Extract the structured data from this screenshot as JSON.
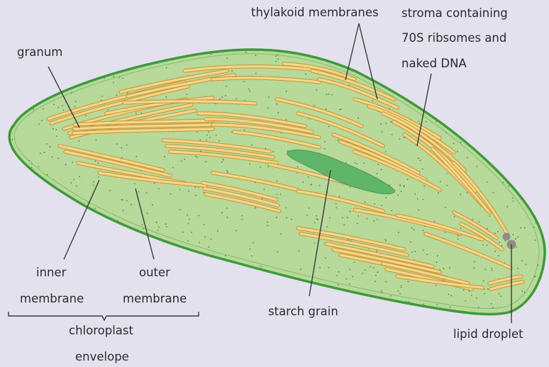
{
  "labels": {
    "granum": "granum",
    "thylakoid_membranes": "thylakoid membranes",
    "stroma_line1": "stroma containing",
    "stroma_line2": "70S ribsomes and",
    "stroma_line3": "naked DNA",
    "inner_line1": "inner",
    "inner_line2": "membrane",
    "outer_line1": "outer",
    "outer_line2": "membrane",
    "envelope_line1": "chloroplast",
    "envelope_line2": "envelope",
    "starch_grain": "starch grain",
    "lipid_droplet": "lipid droplet"
  },
  "colors": {
    "background": "#e4e1ee",
    "stroma": "#b7d99a",
    "outer_membrane": "#3f9a3a",
    "thylakoid_fill": "#f6d78a",
    "thylakoid_edge": "#c89a3e",
    "starch": "#5fb56a",
    "lipid": "#8e8e86",
    "stroma_dots": "#4d8a49",
    "label_text": "#2b2b2b",
    "leader_line": "#3a3a3a"
  }
}
